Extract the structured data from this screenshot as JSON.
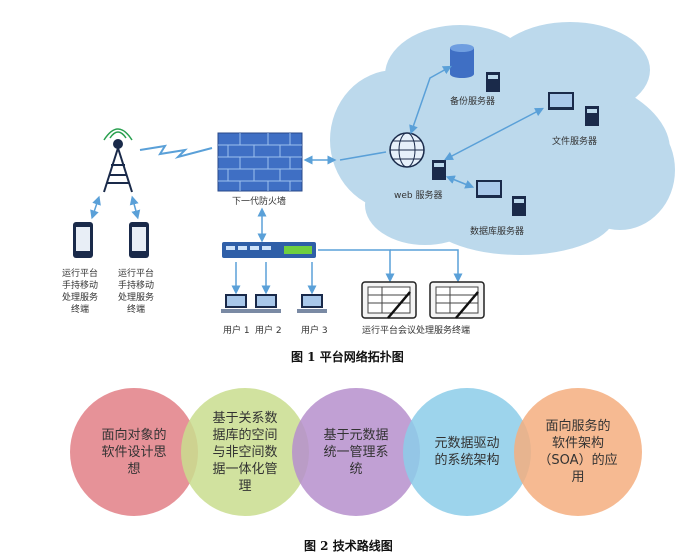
{
  "figure1": {
    "caption": "图 1   平台网络拓扑图",
    "firewall_label": "下一代防火墙",
    "backup_server_label": "备份服务器",
    "file_server_label": "文件服务器",
    "web_server_label": "web 服务器",
    "db_server_label": "数据库服务器",
    "mobile_terminal_1": "运行平台\n手持移动\n处理服务\n终端",
    "mobile_terminal_2": "运行平台\n手持移动\n处理服务\n终端",
    "user_1": "用户 1",
    "user_2": "用户 2",
    "user_3": "用户 3",
    "meeting_terminal_label": "运行平台会议处理服务终端",
    "colors": {
      "cloud": "#bcd9ec",
      "accent": "#4a90d9",
      "firewall": "#3f6fc4"
    }
  },
  "figure2": {
    "caption": "图 2   技术路线图",
    "circles": [
      {
        "text": "面向对象的\n软件设计思\n想",
        "color": "#e27f86"
      },
      {
        "text": "基于关系数\n据库的空间\n与非空间数\n据一体化管\n理",
        "color": "#c9dd8e"
      },
      {
        "text": "基于元数据\n统一管理系\n统",
        "color": "#b68fcd"
      },
      {
        "text": "元数据驱动\n的系统架构",
        "color": "#8ccde9"
      },
      {
        "text": "面向服务的\n软件架构\n（SOA）的应\n用",
        "color": "#f4ae7f"
      }
    ]
  }
}
